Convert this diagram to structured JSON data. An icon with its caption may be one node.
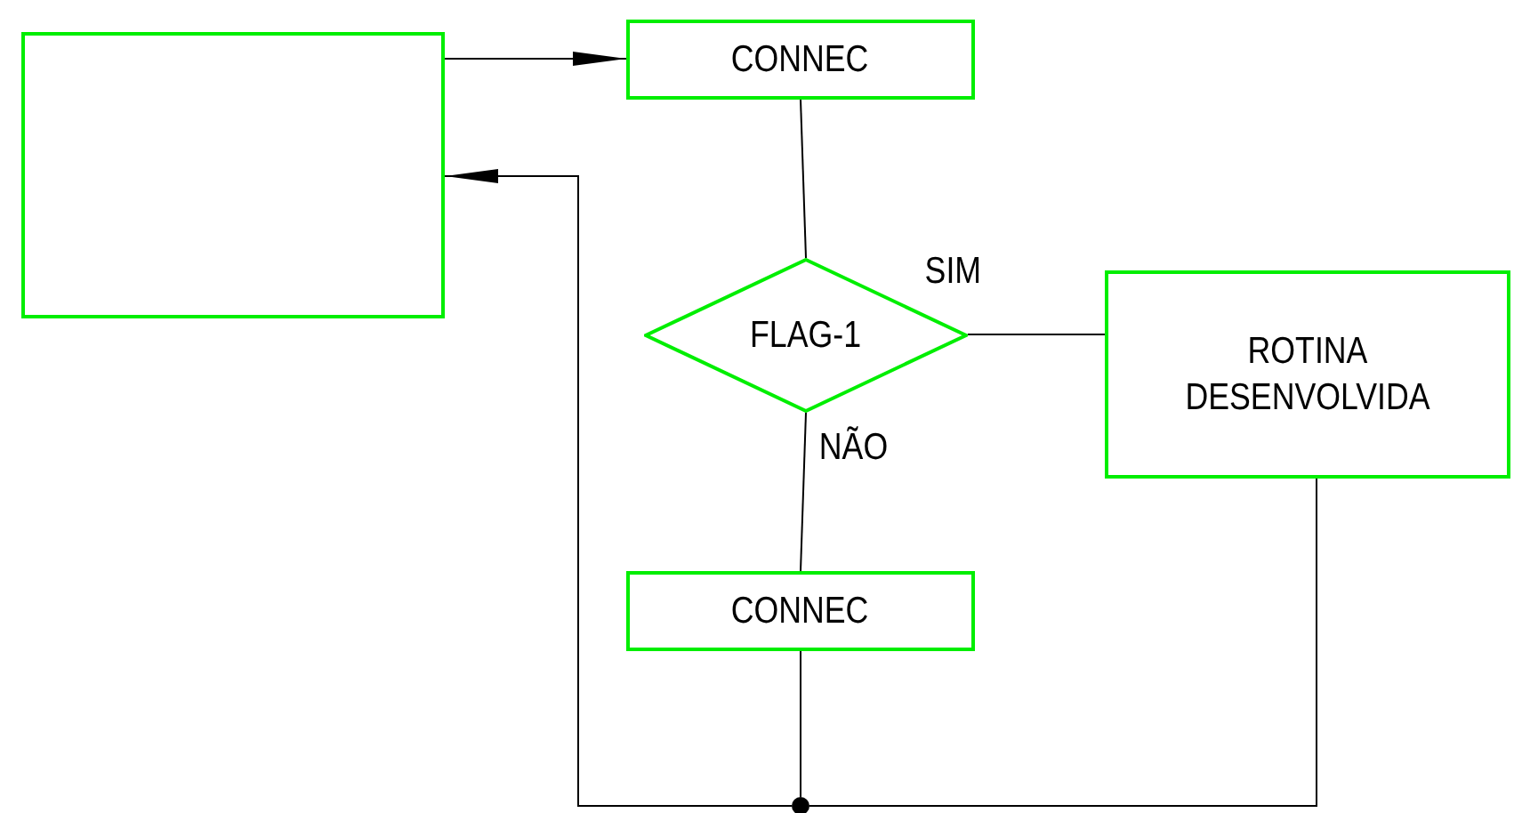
{
  "diagram": {
    "nodes": [
      {
        "text": [],
        "shape": "box"
      },
      {
        "text": [
          "CONNEC"
        ]
      },
      {
        "text": [
          "FLAG-1"
        ]
      },
      {
        "text": [
          "ROTINA DESENVOLVIDA"
        ]
      },
      {
        "text": [
          "CONNEC"
        ]
      },
      {
        "text": [],
        "shape": "circle"
      }
    ],
    "edges": [
      {
        "from": 0,
        "to": 1,
        "arrow": "to"
      },
      {
        "from": 1,
        "to": 2,
        "arrow": "none"
      },
      {
        "from": 2,
        "to": 3,
        "arrow": "none",
        "label": "SIM"
      },
      {
        "from": 2,
        "to": 4,
        "arrow": "none",
        "label": "NÃO"
      },
      {
        "from": 4,
        "to": 5,
        "arrow": "none"
      },
      {
        "from": 3,
        "to": 5,
        "arrow": "none"
      },
      {
        "from": 5,
        "to": 0,
        "arrow": "to"
      }
    ]
  }
}
